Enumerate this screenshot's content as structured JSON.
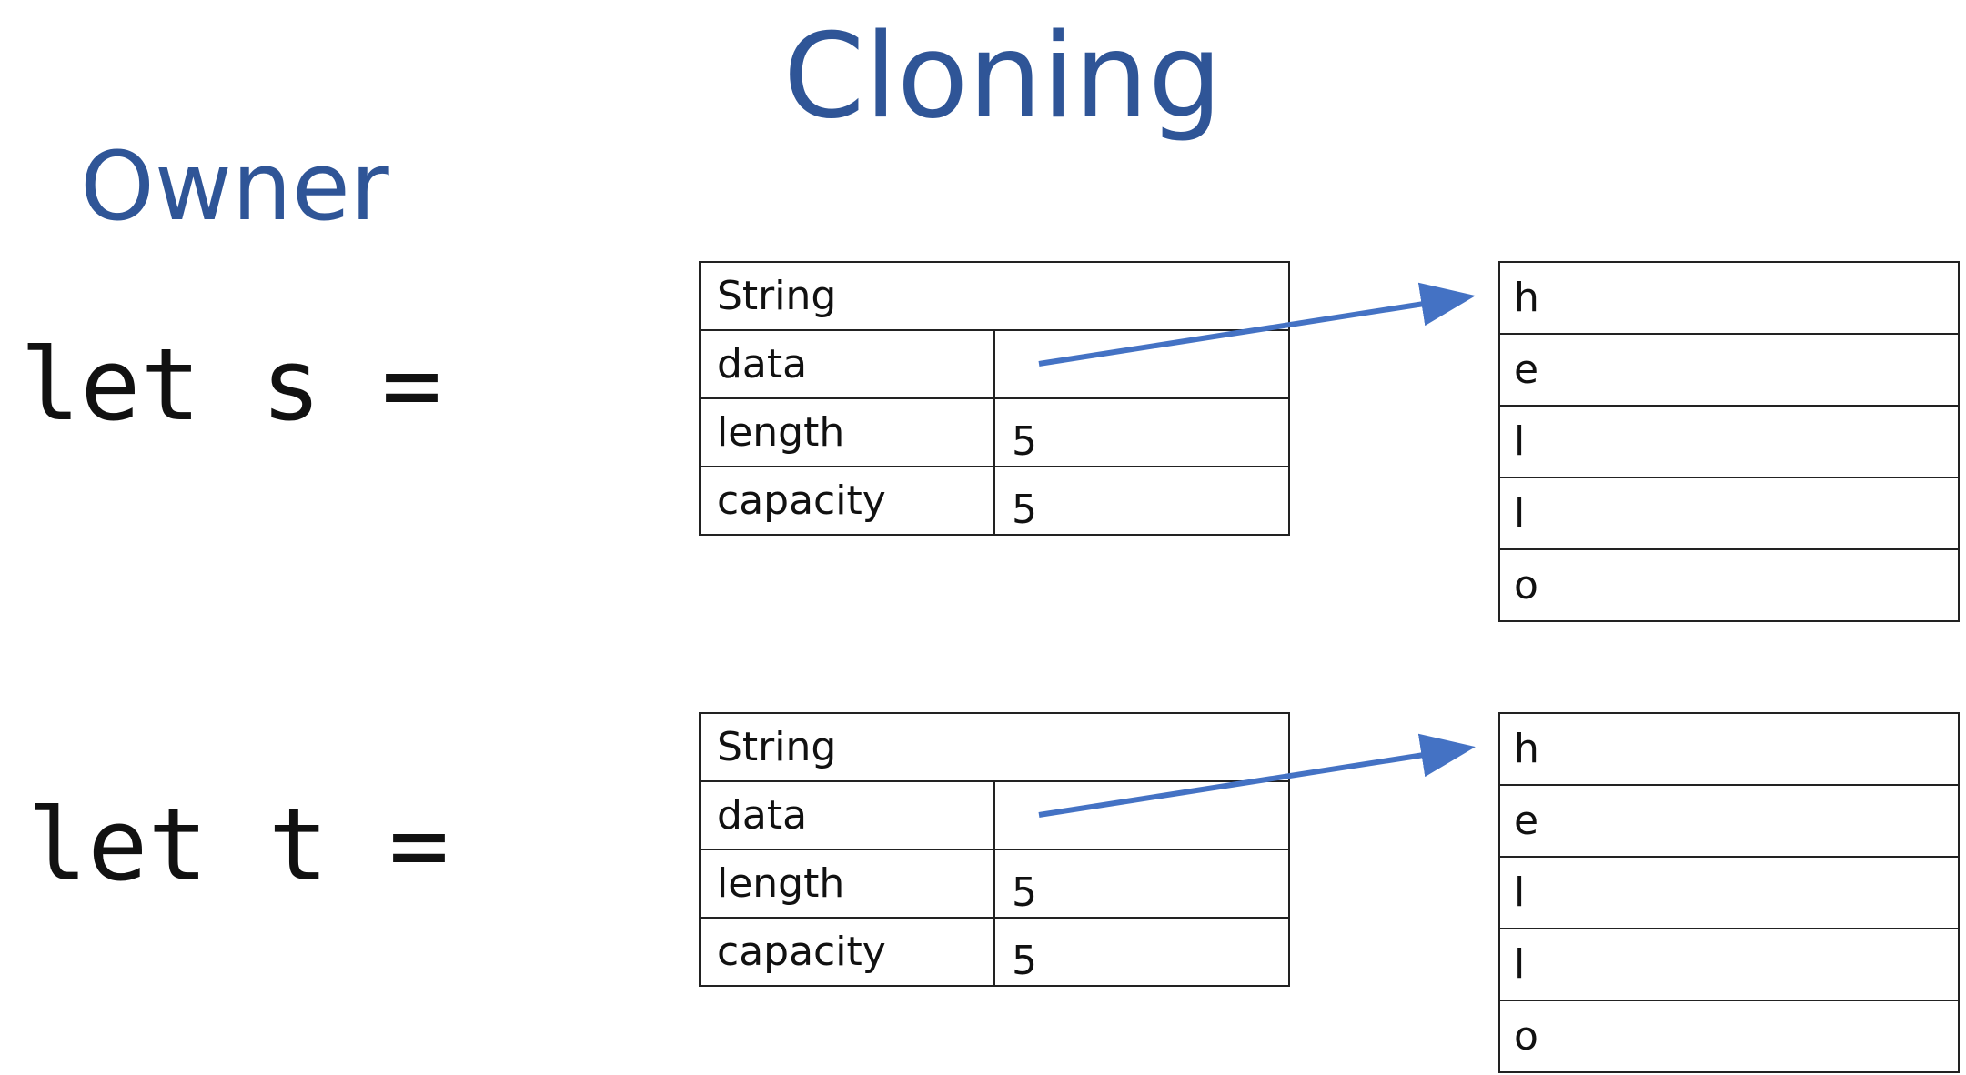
{
  "title": "Cloning",
  "owner_heading": "Owner",
  "colors": {
    "heading": "#2f5597",
    "arrow": "#4472c4",
    "border": "#222222",
    "text": "#111111"
  },
  "diagrams": [
    {
      "code": "let s =",
      "struct": {
        "header": "String",
        "rows": [
          {
            "label": "data",
            "value": ""
          },
          {
            "label": "length",
            "value": "5"
          },
          {
            "label": "capacity",
            "value": "5"
          }
        ]
      },
      "heap": [
        "h",
        "e",
        "l",
        "l",
        "o"
      ],
      "pointer_icon": "arrow-icon"
    },
    {
      "code": "let t =",
      "struct": {
        "header": "String",
        "rows": [
          {
            "label": "data",
            "value": ""
          },
          {
            "label": "length",
            "value": "5"
          },
          {
            "label": "capacity",
            "value": "5"
          }
        ]
      },
      "heap": [
        "h",
        "e",
        "l",
        "l",
        "o"
      ],
      "pointer_icon": "arrow-icon"
    }
  ]
}
